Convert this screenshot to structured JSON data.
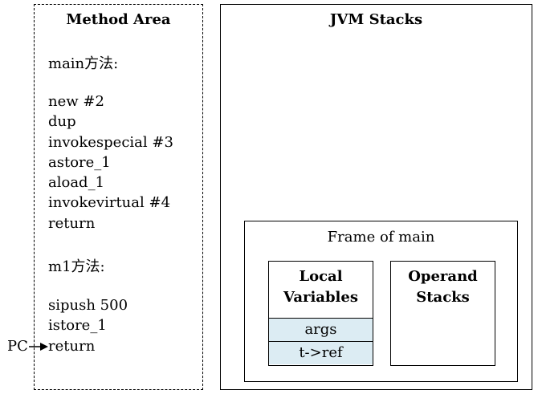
{
  "method_area": {
    "title": "Method Area",
    "main_label": "main方法:",
    "main_instructions": [
      "new #2",
      "dup",
      "invokespecial #3",
      "astore_1",
      "aload_1",
      "invokevirtual #4",
      "return"
    ],
    "m1_label": "m1方法:",
    "m1_instructions": [
      "sipush 500",
      "istore_1",
      "return"
    ]
  },
  "jvm_stacks": {
    "title": "JVM Stacks",
    "frame": {
      "title": "Frame of main",
      "local_variables": {
        "heading_line1": "Local",
        "heading_line2": "Variables",
        "slots": [
          "args",
          "t->ref"
        ]
      },
      "operand_stacks": {
        "heading_line1": "Operand",
        "heading_line2": "Stacks"
      }
    }
  },
  "pc": {
    "label": "PC"
  }
}
